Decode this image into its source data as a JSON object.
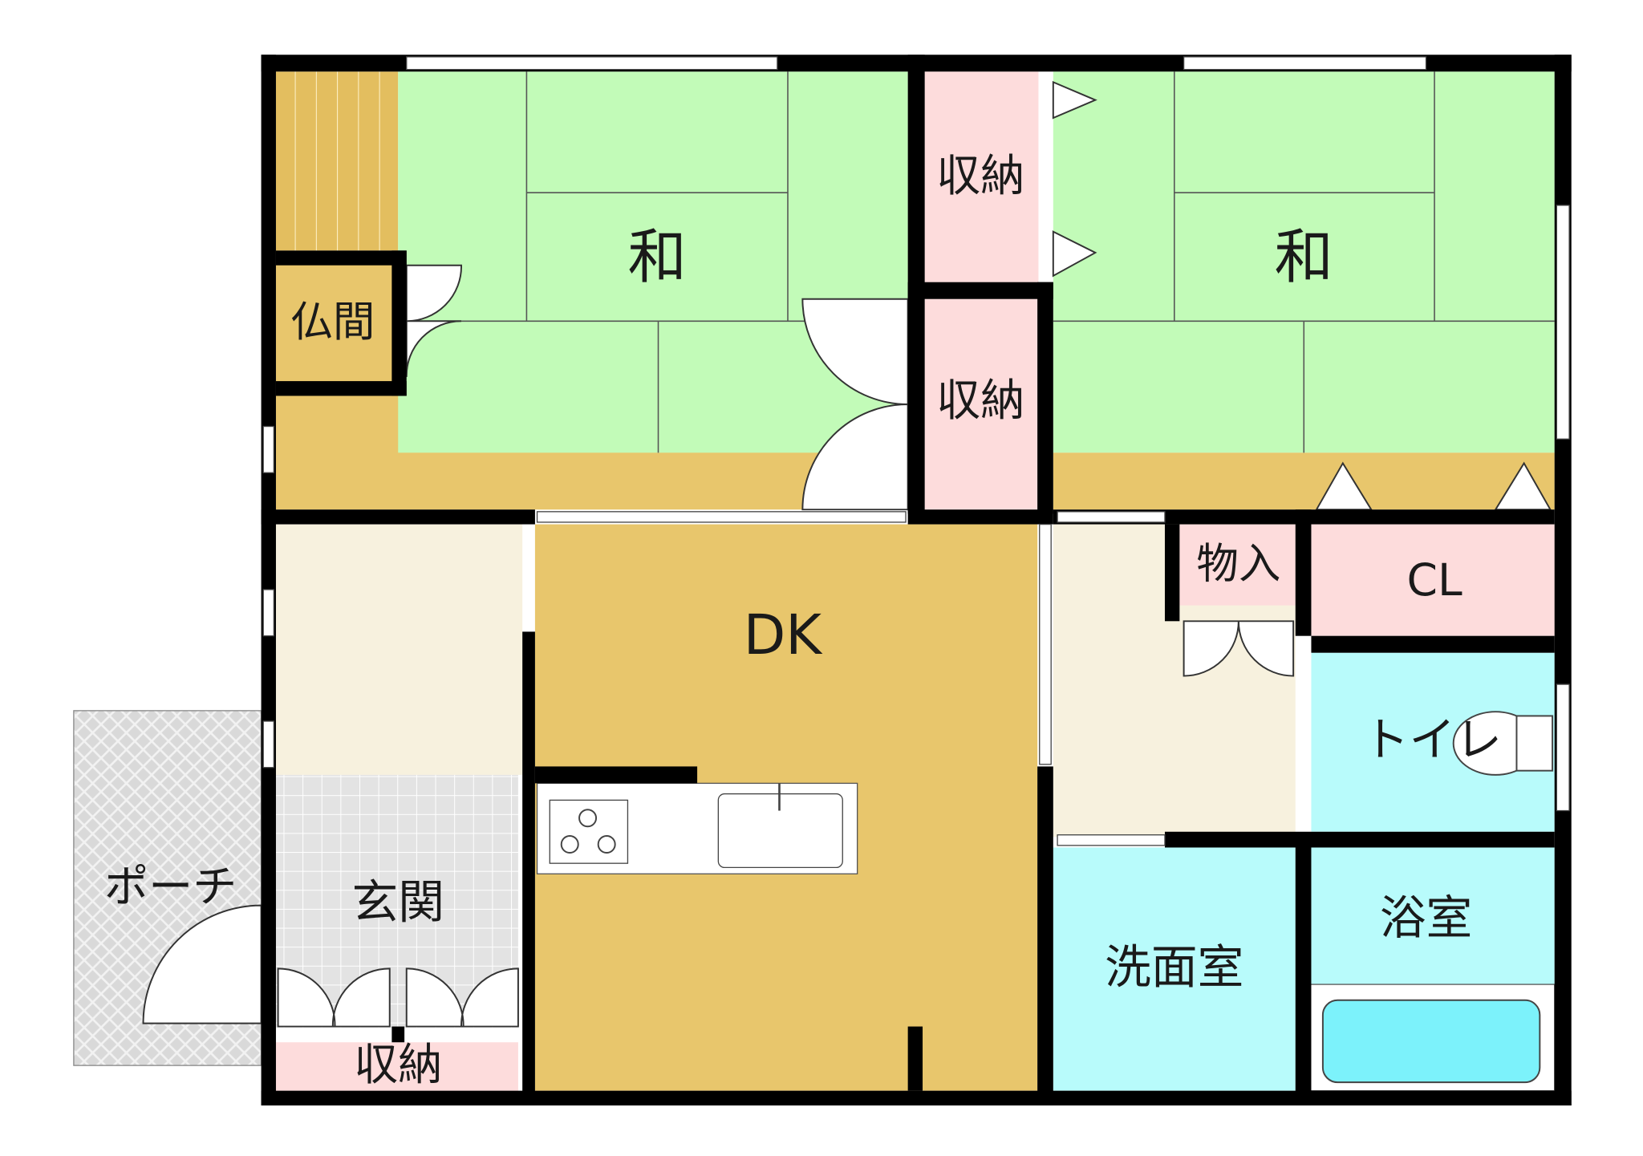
{
  "floor_plan": {
    "rooms": {
      "washitsu_left": "和",
      "washitsu_right": "和",
      "butsuma": "仏間",
      "storage_upper": "収納",
      "storage_middle": "収納",
      "storage_entrance": "収納",
      "dining_kitchen": "DK",
      "storeroom": "物入",
      "closet": "CL",
      "toilet": "トイレ",
      "bathroom": "浴室",
      "washroom": "洗面室",
      "entrance": "玄関",
      "porch": "ポーチ"
    },
    "colors": {
      "tatami": "#c2fbb8",
      "wood_floor": "#e8c66c",
      "storage": "#fddcdc",
      "cream": "#f7f1de",
      "water": "#b8fbfb",
      "entrance_tile": "#e3e3e3",
      "porch": "#d6d6d6",
      "tub": "#7cf2fb"
    }
  }
}
